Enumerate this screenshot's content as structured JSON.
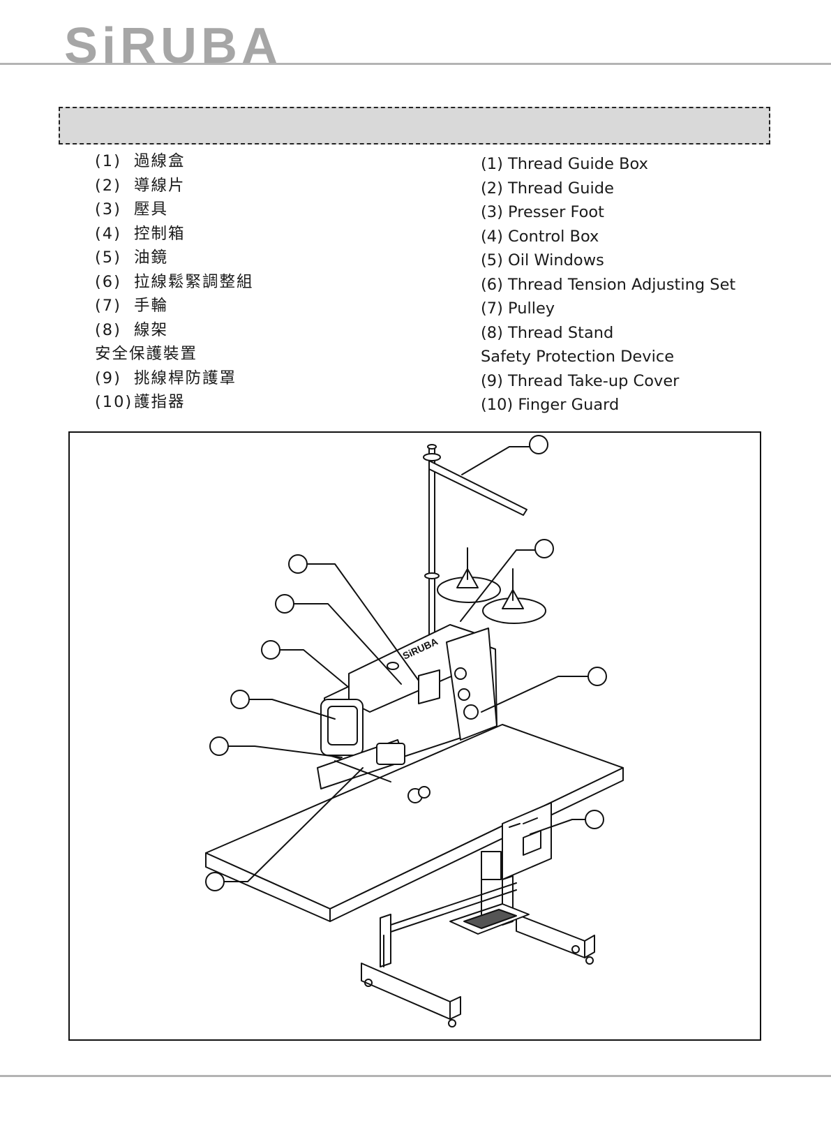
{
  "brand": "SiRUBA",
  "parts_zh": [
    {
      "num": "(1)",
      "label": "過線盒"
    },
    {
      "num": "(2)",
      "label": "導線片"
    },
    {
      "num": "(3)",
      "label": "壓具"
    },
    {
      "num": "(4)",
      "label": "控制箱"
    },
    {
      "num": "(5)",
      "label": "油鏡"
    },
    {
      "num": "(6)",
      "label": "拉線鬆緊調整組"
    },
    {
      "num": "(7)",
      "label": "手輪"
    },
    {
      "num": "(8)",
      "label": "線架"
    },
    {
      "num": "",
      "label": "安全保護裝置"
    },
    {
      "num": "(9)",
      "label": "挑線桿防護罩"
    },
    {
      "num": "(10)",
      "label": "護指器"
    }
  ],
  "parts_en": [
    "(1) Thread Guide Box",
    "(2) Thread Guide",
    "(3) Presser Foot",
    "(4) Control Box",
    "(5) Oil Windows",
    "(6) Thread Tension Adjusting Set",
    "(7) Pulley",
    "(8) Thread Stand",
    "Safety Protection Device",
    "(9) Thread Take-up Cover",
    "(10) Finger Guard"
  ],
  "figure": {
    "machine_brand_text": "SiRUBA",
    "callout_count": 10
  }
}
